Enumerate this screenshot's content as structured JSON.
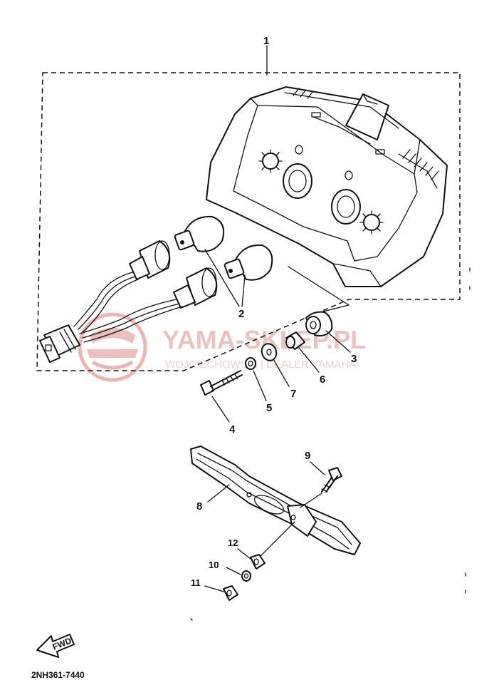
{
  "callouts": {
    "c1": "1",
    "c2": "2",
    "c3": "3",
    "c4": "4",
    "c5": "5",
    "c6": "6",
    "c7": "7",
    "c8": "8",
    "c9": "9",
    "c10": "10",
    "c11": "11",
    "c12": "12"
  },
  "watermark": {
    "title": "YAMA-SKLEP.PL",
    "subtitle": "WOJCIECHOWSKI | DEALER YAMAHA"
  },
  "front_arrow": {
    "label": "FWD"
  },
  "drawing_code": "2NH361-7440",
  "colors": {
    "ink": "#111111",
    "watermark": "#e3a0a0",
    "background": "#ffffff"
  }
}
